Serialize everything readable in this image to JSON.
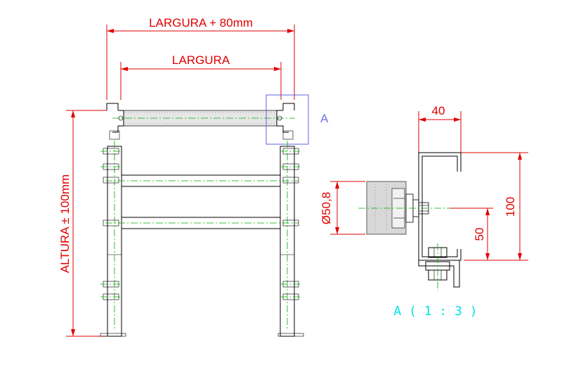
{
  "front_view": {
    "width_plus_label": "LARGURA + 80mm",
    "width_label": "LARGURA",
    "height_label": "ALTURA ± 100mm",
    "detail_marker": "A"
  },
  "detail_view": {
    "dim_top": "40",
    "dim_diameter": "Ø50,8",
    "dim_right_total": "100",
    "dim_right_half": "50",
    "caption": "A ( 1 : 3 )"
  },
  "colors": {
    "dimension": "#e00000",
    "outline": "#000000",
    "centerline": "#00b000",
    "detail_box": "#6060e0",
    "caption": "#00e5e5"
  }
}
